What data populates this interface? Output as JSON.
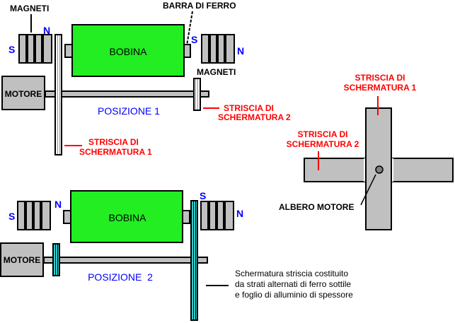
{
  "colors": {
    "coil": "#22ee22",
    "gray": "#c0c0c0",
    "dark": "#000000",
    "blue_label": "#0000ff",
    "red_label": "#ff0000",
    "teal": "#33cccc",
    "hub": "#808080"
  },
  "position1": {
    "label": "POSIZIONE 1",
    "coil_label": "BOBINA",
    "motor_label": "MOTORE",
    "left_magnet_label": "MAGNETI",
    "right_magnet_label": "MAGNETI",
    "iron_bar_label": "BARRA DI FERRO",
    "left_magnet_s": "S",
    "left_magnet_n": "N",
    "right_magnet_s": "S",
    "right_magnet_n": "N",
    "strip1_label_line1": "STRISCIA DI",
    "strip1_label_line2": "SCHERMATURA 1",
    "strip2_label_line1": "STRISCIA DI",
    "strip2_label_line2": "SCHERMATURA 2"
  },
  "position2": {
    "label": "POSIZIONE  2",
    "coil_label": "BOBINA",
    "motor_label": "MOTORE",
    "left_magnet_s": "S",
    "left_magnet_n": "N",
    "right_magnet_s": "S",
    "right_magnet_n": "N",
    "note_line1": "Schermatura striscia costituito",
    "note_line2": "da strati alternati di ferro sottile",
    "note_line3": "e foglio di alluminio di spessore"
  },
  "side_view": {
    "strip1_label_line1": "STRISCIA DI",
    "strip1_label_line2": "SCHERMATURA 1",
    "strip2_label_line1": "STRISCIA DI",
    "strip2_label_line2": "SCHERMATURA 2",
    "shaft_label": "ALBERO MOTORE"
  }
}
